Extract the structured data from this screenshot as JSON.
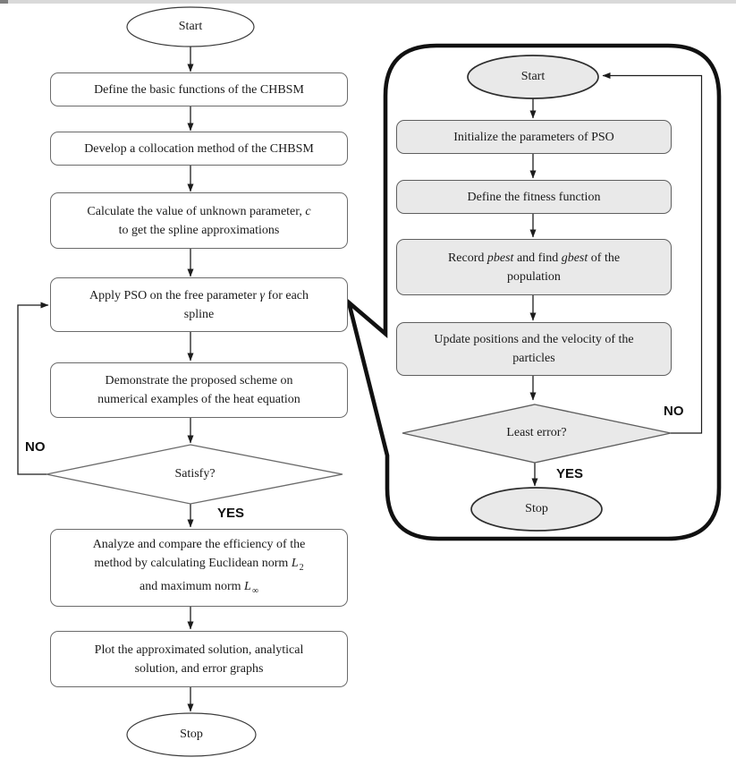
{
  "colors": {
    "inset_node_fill": "#e9e9e9",
    "inset_node_stroke": "#5f5f5f",
    "main_node_stroke": "#6b6b6b",
    "terminator_stroke": "#2e2e2e",
    "arrow": "#1c1c1c",
    "callout_border": "#111111",
    "top_strip": "#d9d9d9"
  },
  "main": {
    "start_label": "Start",
    "box_define": "Define the basic functions of the CHBSM",
    "box_develop": "Develop a collocation method of the CHBSM",
    "box_calc": {
      "pre": "Calculate the value of unknown parameter, ",
      "var": "c",
      "line2": "to get the spline approximations"
    },
    "box_pso": {
      "pre": "Apply PSO on the free parameter ",
      "var": "γ",
      "post": " for each",
      "line2": "spline"
    },
    "box_demo": {
      "line1": "Demonstrate the proposed scheme on",
      "line2": "numerical examples of the heat equation"
    },
    "decision": "Satisfy?",
    "no": "NO",
    "yes": "YES",
    "box_analyze": {
      "line1": "Analyze and compare the efficiency of the",
      "line2_pre": "method by calculating Euclidean norm ",
      "line2_var": "L",
      "line2_sub": "2",
      "line3_pre": "and maximum norm ",
      "line3_var": "L",
      "line3_sub": "∞"
    },
    "box_plot": {
      "line1": "Plot the approximated solution, analytical",
      "line2": "solution, and error graphs"
    },
    "stop_label": "Stop"
  },
  "inset": {
    "start_label": "Start",
    "box_init": "Initialize the parameters of PSO",
    "box_fitness": "Define the fitness function",
    "box_record": {
      "p1": "Record ",
      "p2": "pbest",
      "p3": " and find ",
      "p4": "gbest",
      "p5": " of the",
      "line2": "population"
    },
    "box_update": {
      "line1": "Update positions and the velocity of the",
      "line2": "particles"
    },
    "decision": "Least error?",
    "no": "NO",
    "yes": "YES",
    "stop_label": "Stop"
  }
}
